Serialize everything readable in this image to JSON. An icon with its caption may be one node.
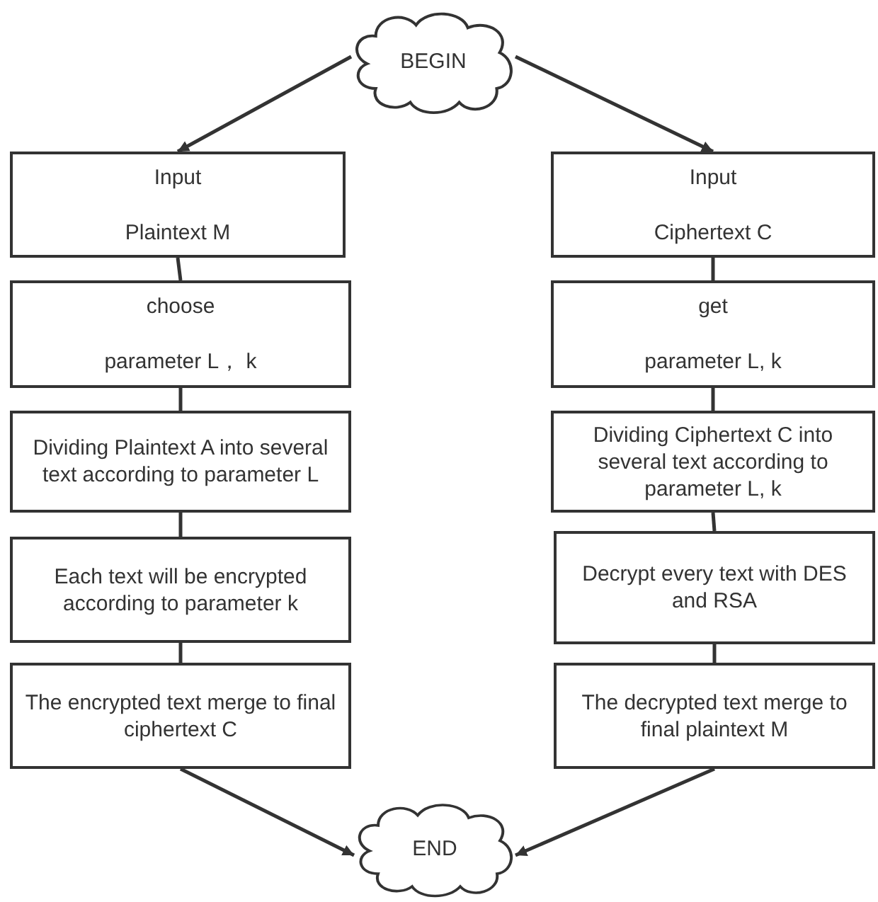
{
  "diagram": {
    "nodes": [
      {
        "text": [
          "BEGIN"
        ]
      },
      {
        "text": [
          "Input",
          "Plaintext M"
        ]
      },
      {
        "text": [
          "choose",
          "parameter L， k"
        ]
      },
      {
        "text": [
          "Dividing Plaintext A into several text according to parameter L"
        ]
      },
      {
        "text": [
          "Each text will be encrypted according to parameter k"
        ]
      },
      {
        "text": [
          "The encrypted text merge to final ciphertext C"
        ]
      },
      {
        "text": [
          "Input",
          "Ciphertext C"
        ]
      },
      {
        "text": [
          "get",
          "parameter L, k"
        ]
      },
      {
        "text": [
          "Dividing Ciphertext C into several text according to parameter L, k"
        ]
      },
      {
        "text": [
          "Decrypt every text with DES and RSA"
        ]
      },
      {
        "text": [
          "The decrypted text merge to final plaintext M"
        ]
      },
      {
        "text": [
          "END"
        ]
      }
    ],
    "edges": [
      {
        "from": 0,
        "to": 1,
        "arrow": "to"
      },
      {
        "from": 1,
        "to": 2,
        "arrow": "none"
      },
      {
        "from": 2,
        "to": 3,
        "arrow": "none"
      },
      {
        "from": 3,
        "to": 4,
        "arrow": "none"
      },
      {
        "from": 4,
        "to": 5,
        "arrow": "none"
      },
      {
        "from": 0,
        "to": 6,
        "arrow": "to"
      },
      {
        "from": 6,
        "to": 7,
        "arrow": "none"
      },
      {
        "from": 7,
        "to": 8,
        "arrow": "none"
      },
      {
        "from": 8,
        "to": 9,
        "arrow": "none"
      },
      {
        "from": 9,
        "to": 10,
        "arrow": "none"
      },
      {
        "from": 5,
        "to": 11,
        "arrow": "to"
      },
      {
        "from": 10,
        "to": 11,
        "arrow": "to"
      }
    ]
  }
}
